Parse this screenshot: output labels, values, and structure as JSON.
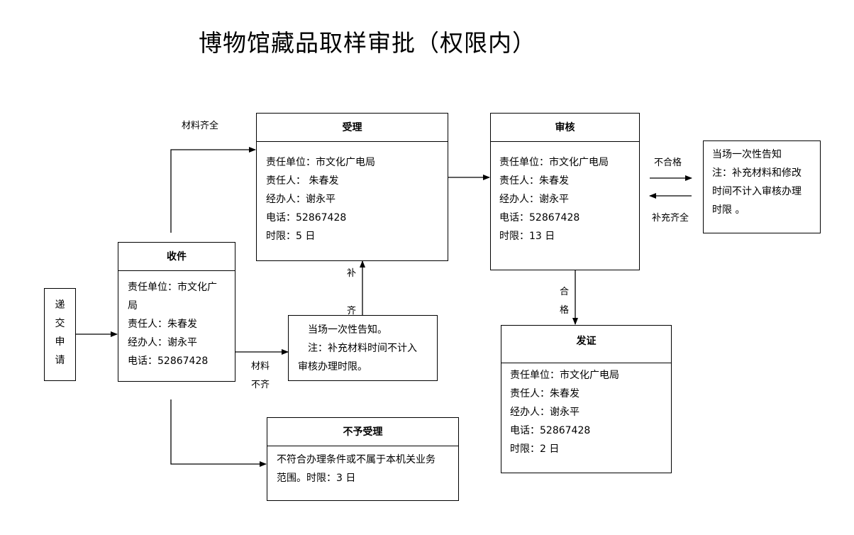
{
  "title": "博物馆藏品取样审批（权限内）",
  "submit": {
    "chars": [
      "递",
      "交",
      "申",
      "请"
    ]
  },
  "receive": {
    "header": "收件",
    "lines": [
      "责任单位：市文化广",
      "局",
      "责任人：朱春发",
      "经办人：谢永平",
      "电话：52867428"
    ]
  },
  "accept": {
    "header": "受理",
    "lines": [
      "责任单位：市文化广电局",
      "责任人： 朱春发",
      "经办人：谢永平",
      "电话：52867428",
      "时限：5 日"
    ]
  },
  "review": {
    "header": "审核",
    "lines": [
      "责任单位：市文化广电局",
      "责任人：朱春发",
      "经办人：谢永平",
      "电话：52867428",
      "时限：13 日"
    ]
  },
  "notify_right": {
    "lines": [
      "当场一次性告知",
      "注：补充材料和修改",
      "时间不计入审核办理",
      "时限 。"
    ]
  },
  "notify_mid": {
    "lines": [
      "当场一次性告知。",
      "注：补充材料时间不计入",
      "审核办理时限。"
    ]
  },
  "issue": {
    "header": "发证",
    "lines": [
      "责任单位：市文化广电局",
      "责任人：朱春发",
      "经办人：谢永平",
      "电话：52867428",
      "时限：2 日"
    ]
  },
  "reject": {
    "header": "不予受理",
    "lines": [
      "不符合办理条件或不属于本机关业务",
      "范围。时限：3 日"
    ]
  },
  "labels": {
    "complete": "材料齐全",
    "incomplete_1": "材料",
    "incomplete_2": "不齐",
    "supplement_1": "补",
    "supplement_2": "齐",
    "unqualified": "不合格",
    "supplemented": "补充齐全",
    "qualified_1": "合",
    "qualified_2": "格"
  }
}
